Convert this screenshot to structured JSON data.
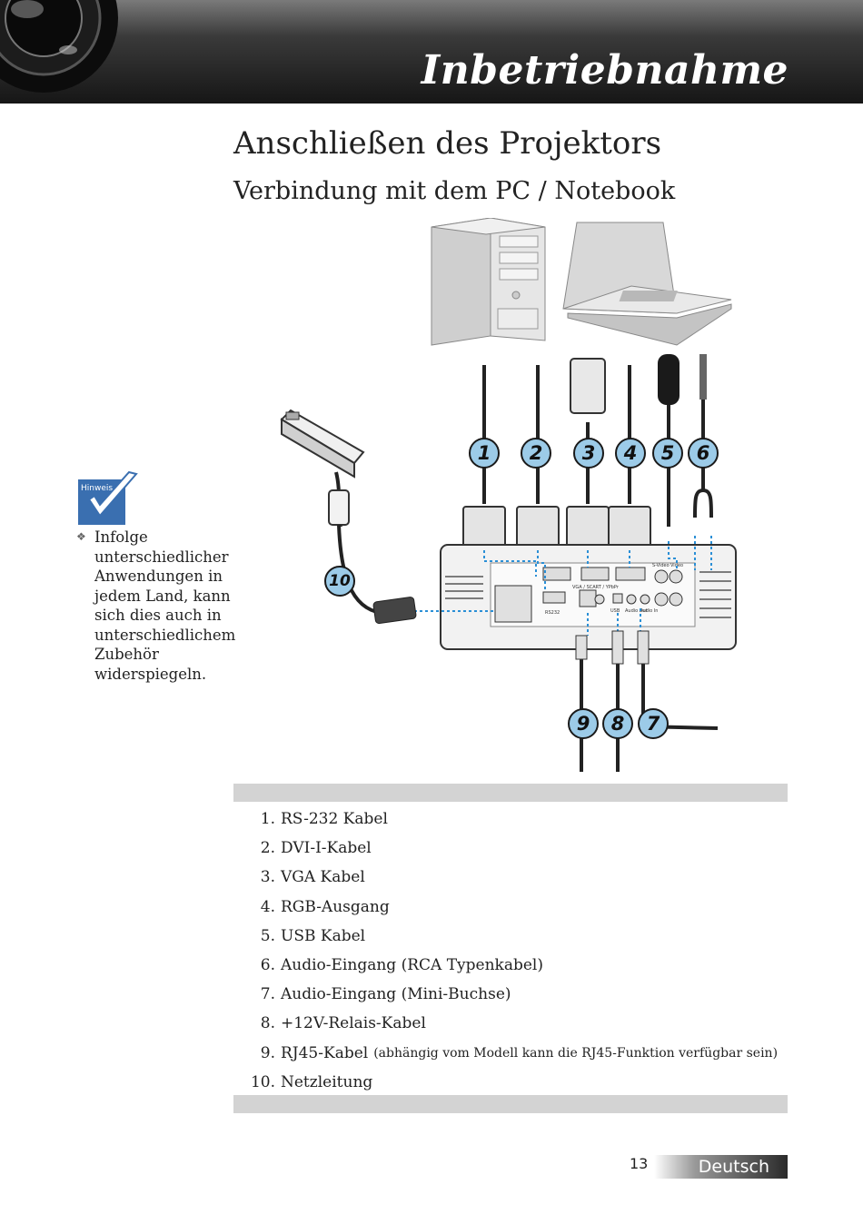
{
  "header": {
    "title": "Inbetriebnahme"
  },
  "page": {
    "title": "Anschließen des Projektors",
    "subtitle": "Verbindung mit dem PC / Notebook"
  },
  "diagram": {
    "callouts": [
      "1",
      "2",
      "3",
      "4",
      "5",
      "6",
      "7",
      "8",
      "9",
      "10"
    ],
    "panel_labels": {
      "vga": "VGA / SCART / YPbPr",
      "rs232": "RS232",
      "usb": "USB",
      "audio_out": "Audio Out",
      "audio_in": "Audio In",
      "video": "Video",
      "svideo": "S-Video"
    }
  },
  "note": {
    "icon_label": "Hinweis",
    "text": "Infolge unterschiedlicher Anwendungen in jedem Land, kann sich dies auch in unterschiedlichem Zubehör widerspiegeln."
  },
  "items": [
    {
      "num": "1.",
      "text": "RS-232 Kabel",
      "small": ""
    },
    {
      "num": "2.",
      "text": "DVI-I-Kabel",
      "small": ""
    },
    {
      "num": "3.",
      "text": "VGA Kabel",
      "small": ""
    },
    {
      "num": "4.",
      "text": "RGB-Ausgang",
      "small": ""
    },
    {
      "num": "5.",
      "text": "USB Kabel",
      "small": ""
    },
    {
      "num": "6.",
      "text": "Audio-Eingang (RCA Typenkabel)",
      "small": ""
    },
    {
      "num": "7.",
      "text": "Audio-Eingang (Mini-Buchse)",
      "small": ""
    },
    {
      "num": "8.",
      "text": "+12V-Relais-Kabel",
      "small": ""
    },
    {
      "num": "9.",
      "text": "RJ45-Kabel",
      "small": "(abhängig vom Modell kann die RJ45-Funktion verfügbar sein)"
    },
    {
      "num": "10.",
      "text": "Netzleitung",
      "small": ""
    }
  ],
  "footer": {
    "page_number": "13",
    "language": "Deutsch"
  },
  "colors": {
    "accent_blue": "#2a8fd6",
    "callout_blue": "#9ccbe8",
    "header_dark": "#161616",
    "bar_gray": "#d3d3d3"
  }
}
